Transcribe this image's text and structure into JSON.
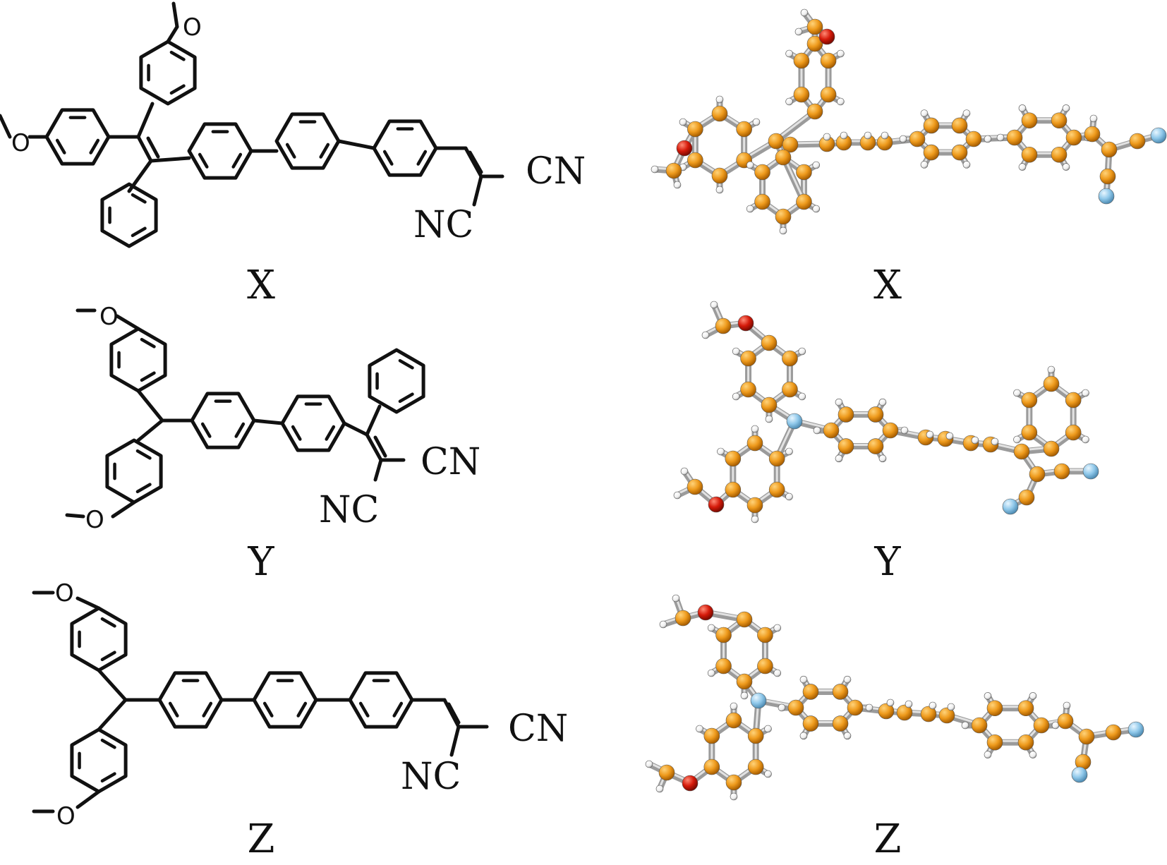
{
  "figure": {
    "rows": [
      {
        "label": "X",
        "cn": "CN",
        "nc": "NC",
        "o": "O"
      },
      {
        "label": "Y",
        "cn": "CN",
        "nc": "NC",
        "o": "O"
      },
      {
        "label": "Z",
        "cn": "CN",
        "nc": "NC",
        "o": "O"
      }
    ],
    "atom_colors": {
      "carbon": "#e8900f",
      "oxygen": "#d11a0a",
      "nitrogen": "#8ec7e8",
      "hydrogen": "#ffffff",
      "bond": "#9b9b9b"
    }
  }
}
